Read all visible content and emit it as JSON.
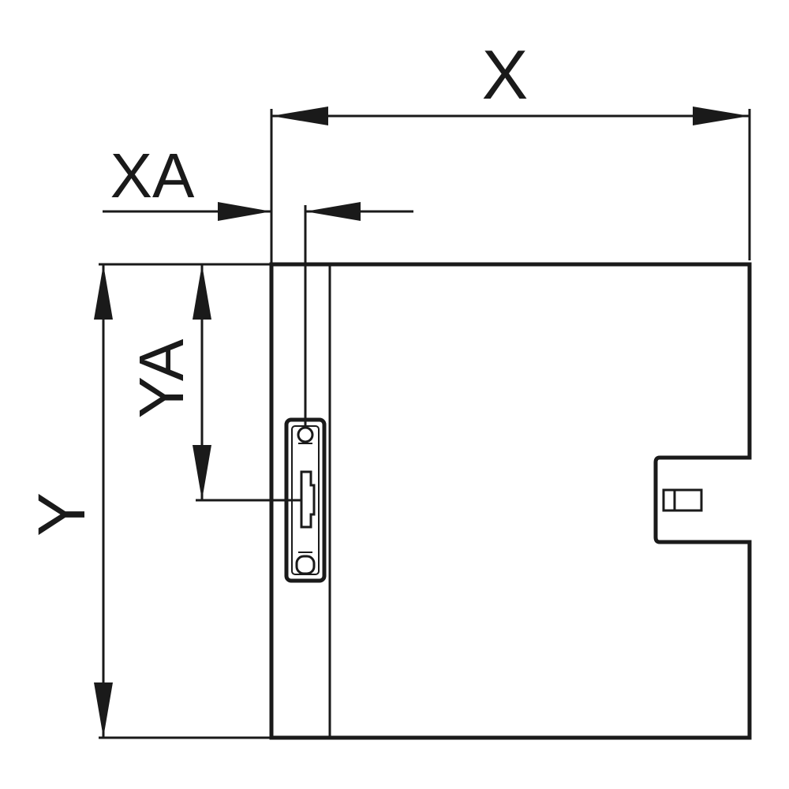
{
  "dimensions": {
    "width_label": "X",
    "offset_x_label": "XA",
    "height_label": "Y",
    "offset_y_label": "YA"
  },
  "colors": {
    "line": "#1a1a1a",
    "background": "#ffffff"
  }
}
